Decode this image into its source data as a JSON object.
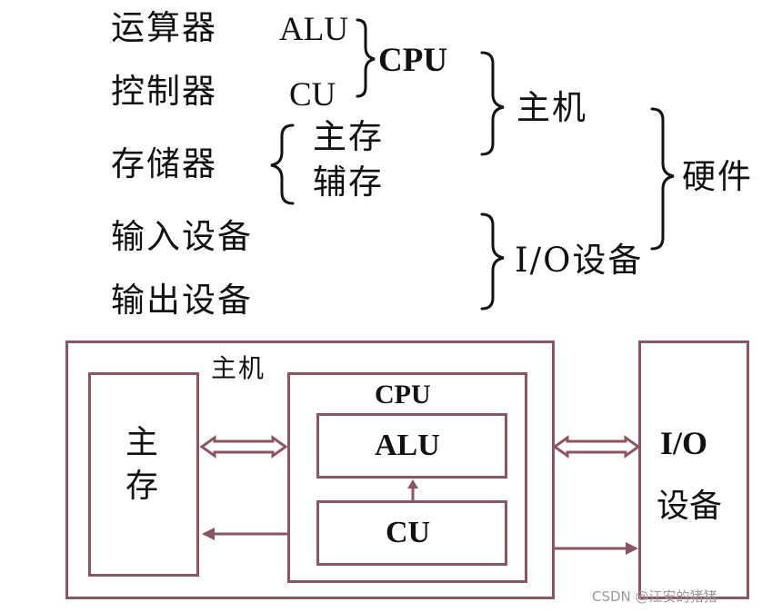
{
  "tree": {
    "row1": "运算器",
    "row2": "控制器",
    "row3": "存储器",
    "row4": "输入设备",
    "row5": "输出设备",
    "alu": "ALU",
    "cu": "CU",
    "cpu": "CPU",
    "main_storage": "主存",
    "aux_storage": "辅存",
    "host": "主机",
    "io_devices": "I/O设备",
    "hardware": "硬件"
  },
  "block": {
    "host_label": "主机",
    "main_mem_line1": "主",
    "main_mem_line2": "存",
    "cpu_label": "CPU",
    "alu_label": "ALU",
    "cu_label": "CU",
    "io_line1": "I/O",
    "io_line2": "设备"
  },
  "watermark": "CSDN @江安的猪猪",
  "colors": {
    "box": "#8b5562",
    "text": "#111111"
  }
}
